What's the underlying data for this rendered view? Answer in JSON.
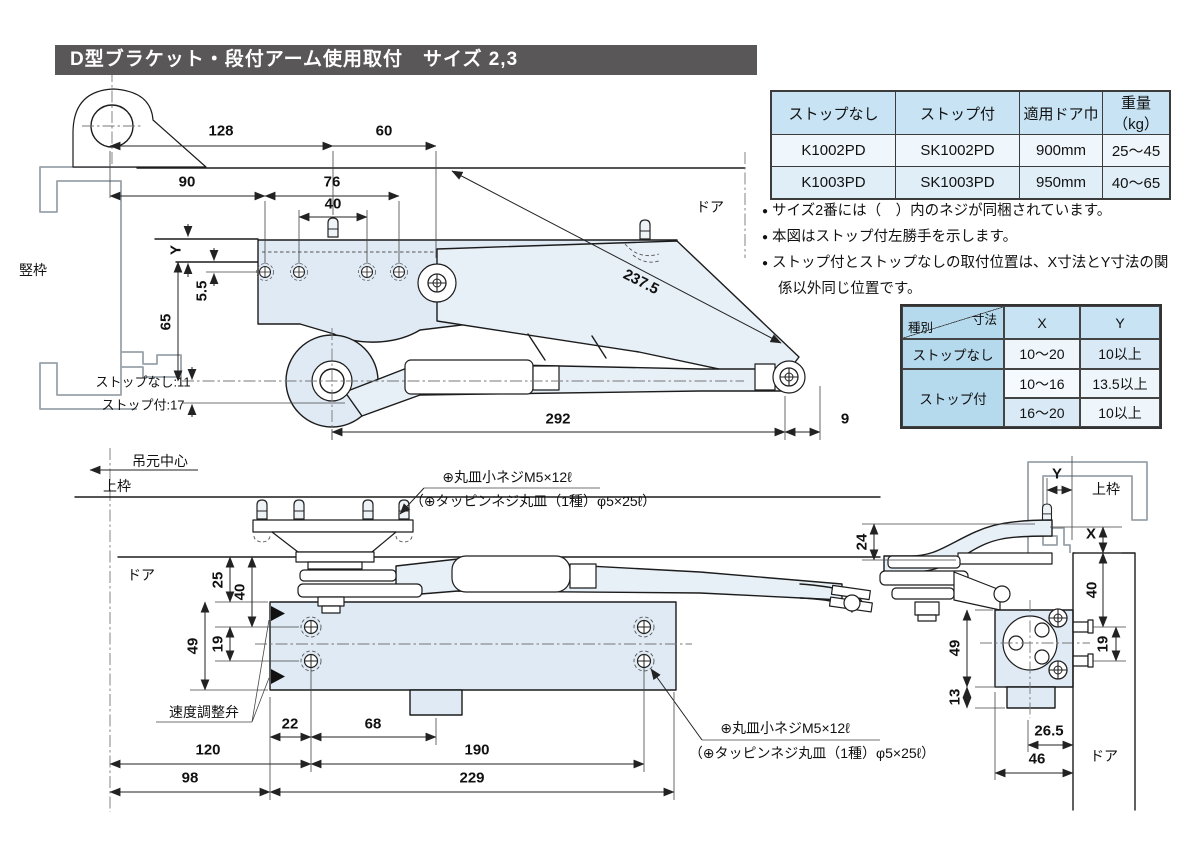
{
  "colors": {
    "titlebar": "#595757",
    "table_header": "#c7e3f4",
    "table_label": "#b5d9ed",
    "drawing_fill": "#dfeaf4",
    "line": "#1c1c1c"
  },
  "title": "D型ブラケット・段付アーム使用取付　サイズ 2,3",
  "model_table": {
    "headers": [
      "ストップなし",
      "ストップ付",
      "適用ドア巾",
      "重量（kg）"
    ],
    "rows": [
      [
        "K1002PD",
        "SK1002PD",
        "900mm",
        "25〜45"
      ],
      [
        "K1003PD",
        "SK1003PD",
        "950mm",
        "40〜65"
      ]
    ]
  },
  "notes": [
    "サイズ2番には（　）内のネジが同梱されています。",
    "本図はストップ付左勝手を示します。",
    "ストップ付とストップなしの取付位置は、X寸法とY寸法の関係以外同じ位置です。"
  ],
  "xy_table": {
    "corner_top": "寸法",
    "corner_bottom": "種別",
    "col_x": "X",
    "col_y": "Y",
    "r1_label": "ストップなし",
    "r1_x": "10〜20",
    "r1_y": "10以上",
    "r2_label": "ストップ付",
    "r2_x": "10〜16",
    "r2_y": "13.5以上",
    "r3_x": "16〜20",
    "r3_y": "10以上"
  },
  "plan_view": {
    "frame_label": "竪枠",
    "door_label": "ドア",
    "d128": "128",
    "d60": "60",
    "d90": "90",
    "d76": "76",
    "d40": "40",
    "dY": "Y",
    "d55": "5.5",
    "d65": "65",
    "d2375": "237.5",
    "d292": "292",
    "d9": "9",
    "stop_none": "ストップなし:11",
    "stop_with": "ストップ付:17"
  },
  "front_view": {
    "hinge_center": "吊元中心",
    "top_frame": "上枠",
    "door_label": "ドア",
    "valve_label": "速度調整弁",
    "d25": "25",
    "d40": "40",
    "d49": "49",
    "d19": "19",
    "d22": "22",
    "d68": "68",
    "d120": "120",
    "d98": "98",
    "d190": "190",
    "d229": "229",
    "screw_line1": "⊕丸皿小ネジM5×12ℓ",
    "screw_line2": "（⊕タッピンネジ丸皿（1種）φ5×25ℓ）"
  },
  "side_view": {
    "top_frame": "上枠",
    "door_label": "ドア",
    "dY": "Y",
    "dX": "X",
    "d24": "24",
    "d40": "40",
    "d19": "19",
    "d49": "49",
    "d13": "13",
    "d26_5": "26.5",
    "d46": "46"
  }
}
